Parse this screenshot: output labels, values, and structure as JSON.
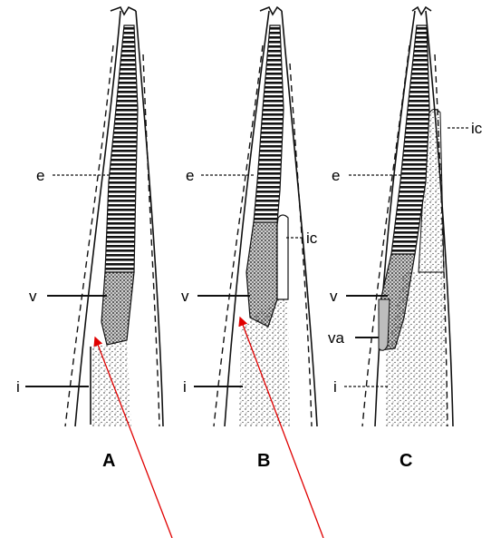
{
  "panels": [
    {
      "id": "A",
      "labels": [
        "e",
        "v",
        "i"
      ]
    },
    {
      "id": "B",
      "labels": [
        "e",
        "ic",
        "v",
        "i"
      ]
    },
    {
      "id": "C",
      "labels": [
        "e",
        "ic",
        "v",
        "va",
        "i"
      ]
    }
  ],
  "colors": {
    "ink": "#111111",
    "arrow": "#e00000",
    "background": "#ffffff"
  }
}
